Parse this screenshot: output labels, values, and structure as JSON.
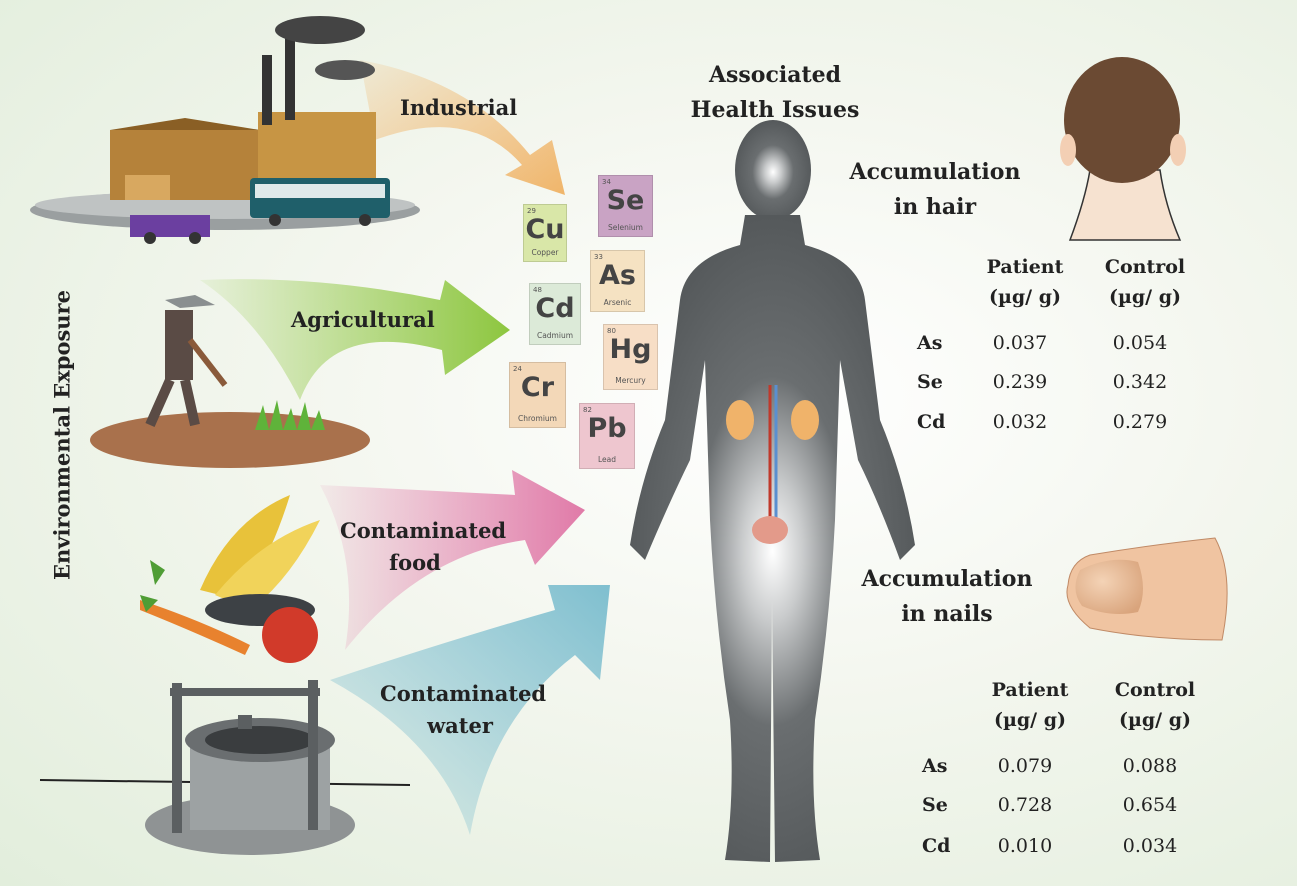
{
  "labels": {
    "industrial": "Industrial",
    "agricultural": "Agricultural",
    "contaminated_food": [
      "Contaminated",
      "food"
    ],
    "contaminated_water": [
      "Contaminated",
      "water"
    ],
    "environmental_exposure": "Environmental Exposure",
    "associated_health": [
      "Associated",
      "Health Issues"
    ],
    "accumulation_hair": [
      "Accumulation",
      "in hair"
    ],
    "accumulation_nails": [
      "Accumulation",
      "in nails"
    ]
  },
  "elements": [
    {
      "number": "29",
      "symbol": "Cu",
      "name": "Copper",
      "color": "#d9e7a8"
    },
    {
      "number": "34",
      "symbol": "Se",
      "name": "Selenium",
      "color": "#c9a3c4"
    },
    {
      "number": "33",
      "symbol": "As",
      "name": "Arsenic",
      "color": "#f5e2c2"
    },
    {
      "number": "48",
      "symbol": "Cd",
      "name": "Cadmium",
      "color": "#dcead8"
    },
    {
      "number": "80",
      "symbol": "Hg",
      "name": "Mercury",
      "color": "#f7dec6"
    },
    {
      "number": "24",
      "symbol": "Cr",
      "name": "Chromium",
      "color": "#f3d8b8"
    },
    {
      "number": "82",
      "symbol": "Pb",
      "name": "Lead",
      "color": "#eec6cf"
    }
  ],
  "tables": {
    "hair": {
      "headers": [
        [
          "Patient",
          "(µg/ g)"
        ],
        [
          "Control",
          "(µg/ g)"
        ]
      ],
      "rows": [
        {
          "label": "As",
          "patient": "0.037",
          "control": "0.054"
        },
        {
          "label": "Se",
          "patient": "0.239",
          "control": "0.342"
        },
        {
          "label": "Cd",
          "patient": "0.032",
          "control": "0.279"
        }
      ]
    },
    "nails": {
      "headers": [
        [
          "Patient",
          "(µg/ g)"
        ],
        [
          "Control",
          "(µg/ g)"
        ]
      ],
      "rows": [
        {
          "label": "As",
          "patient": "0.079",
          "control": "0.088"
        },
        {
          "label": "Se",
          "patient": "0.728",
          "control": "0.654"
        },
        {
          "label": "Cd",
          "patient": "0.010",
          "control": "0.034"
        }
      ]
    }
  },
  "colors": {
    "industrial_arrow": "#f0b56a",
    "agricultural_arrow": "#8dc63f",
    "food_arrow": "#e07aa8",
    "water_arrow": "#7fbfcf",
    "body": "#5a5e60"
  }
}
